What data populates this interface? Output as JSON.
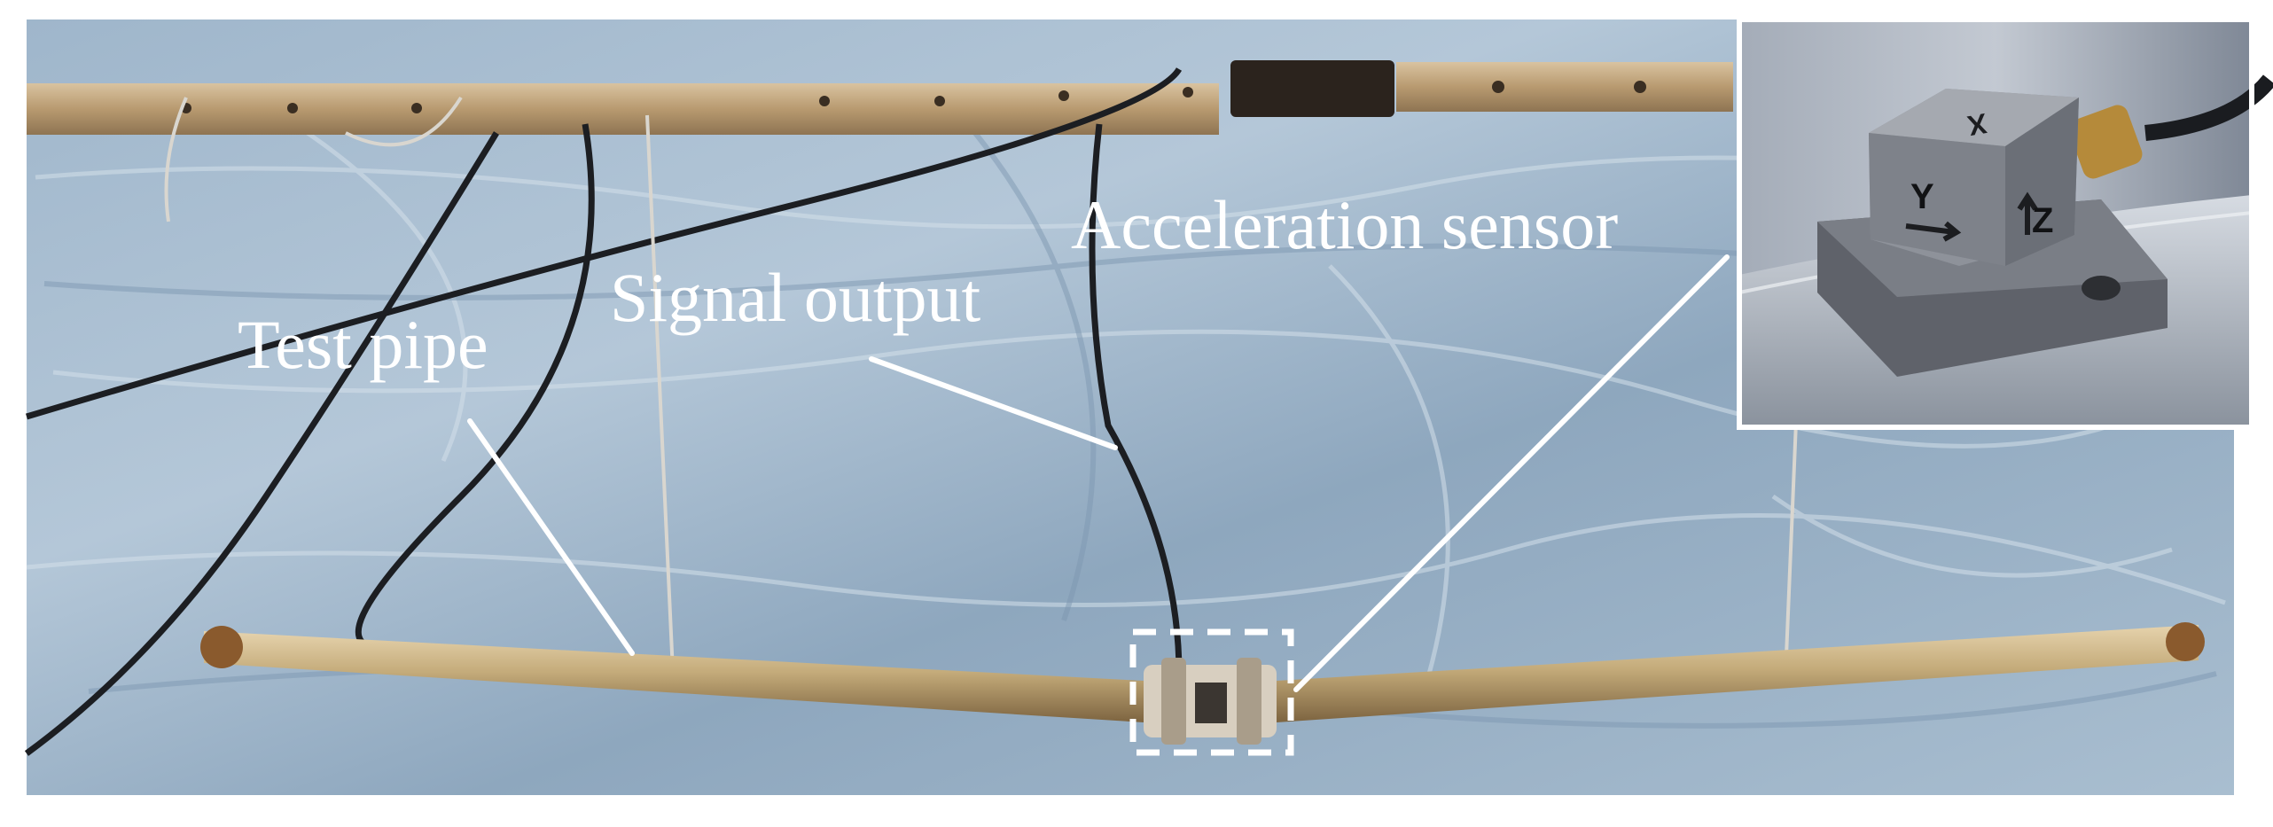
{
  "annotations": {
    "test_pipe": "Test pipe",
    "signal_output": "Signal output",
    "acceleration_sensor": "Acceleration sensor"
  },
  "inset": {
    "axis_x": "X",
    "axis_y": "Y",
    "axis_z": "Z"
  },
  "colors": {
    "backdrop": "#a9bfd1",
    "pipe": "#b8a274",
    "label": "#ffffff"
  }
}
